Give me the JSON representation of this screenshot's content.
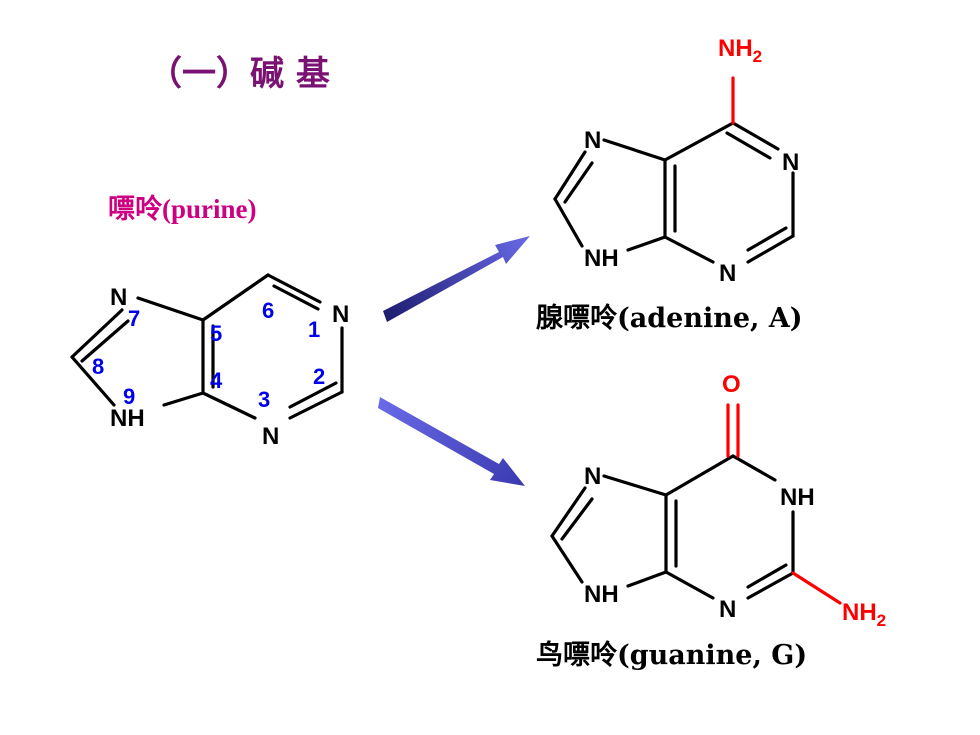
{
  "title": "（一）碱 基",
  "purine": {
    "label": "嘌呤(purine)",
    "atoms": {
      "n1": "N",
      "n3": "N",
      "n7": "N",
      "n9": "NH"
    },
    "numbers": [
      "1",
      "2",
      "3",
      "4",
      "5",
      "6",
      "7",
      "8",
      "9"
    ]
  },
  "adenine": {
    "label": "腺嘌呤(adenine, A)",
    "atoms": {
      "nh2": "NH2",
      "n1": "N",
      "n3": "N",
      "n7": "N",
      "n9": "NH"
    }
  },
  "guanine": {
    "label": "鸟嘌呤(guanine, G)",
    "atoms": {
      "o": "O",
      "n1": "NH",
      "n3": "N",
      "n7": "N",
      "n9": "NH",
      "nh2": "NH2"
    }
  },
  "colors": {
    "title": "#7a1273",
    "purine_label": "#cc0080",
    "bond": "#000000",
    "substituent": "#ff0000",
    "numbering": "#0000ee",
    "arrow_dark": "#1c1c70",
    "arrow_light": "#6a6ae8"
  }
}
